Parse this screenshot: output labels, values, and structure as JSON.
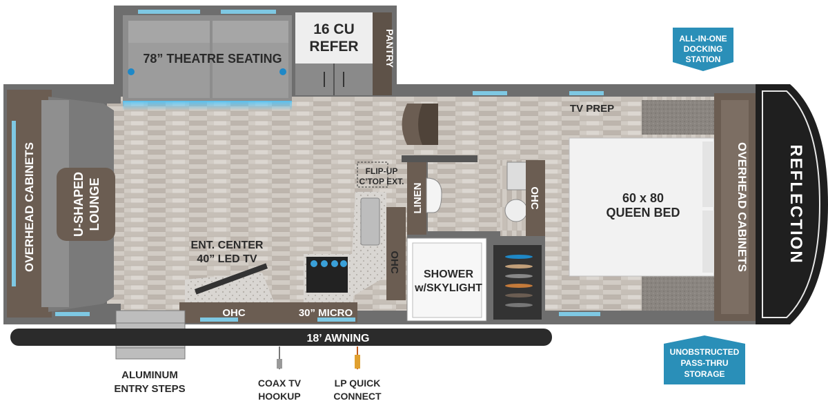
{
  "labels": {
    "theatre_seating": "78” THEATRE SEATING",
    "refer_line1": "16 CU",
    "refer_line2": "REFER",
    "pantry": "PANTRY",
    "overhead_cabinets_left": "OVERHEAD CABINETS",
    "u_shaped_lounge_line1": "U-SHAPED",
    "u_shaped_lounge_line2": "LOUNGE",
    "flip_up_line1": "FLIP-UP",
    "flip_up_line2": "C’TOP EXT.",
    "linen": "LINEN",
    "ohc_bath": "OHC",
    "tv_prep": "TV PREP",
    "bed_line1": "60 x 80",
    "bed_line2": "QUEEN BED",
    "overhead_cabinets_right": "OVERHEAD CABINETS",
    "brand": "REFLECTION",
    "ent_center_line1": "ENT. CENTER",
    "ent_center_line2": "40” LED TV",
    "ohc_kitchen": "OHC",
    "shower_line1": "SHOWER",
    "shower_line2": "w/SKYLIGHT",
    "ohc_front": "OHC",
    "micro": "30” MICRO",
    "awning": "18’ AWNING",
    "entry_steps_line1": "ALUMINUM",
    "entry_steps_line2": "ENTRY STEPS",
    "coax_line1": "COAX TV",
    "coax_line2": "HOOKUP",
    "lp_line1": "LP QUICK",
    "lp_line2": "CONNECT"
  },
  "callouts": {
    "docking": [
      "ALL-IN-ONE",
      "DOCKING",
      "STATION"
    ],
    "storage": [
      "UNOBSTRUCTED",
      "PASS-THRU",
      "STORAGE"
    ]
  },
  "colors": {
    "callout_blue": "#2a8fb8",
    "wall_dark": "#5a5a5a",
    "floor_wood": "#cfc9c2",
    "cabinet": "#6b5d52",
    "awning": "#2b2b2b",
    "led_blue": "#4fc3f7"
  }
}
